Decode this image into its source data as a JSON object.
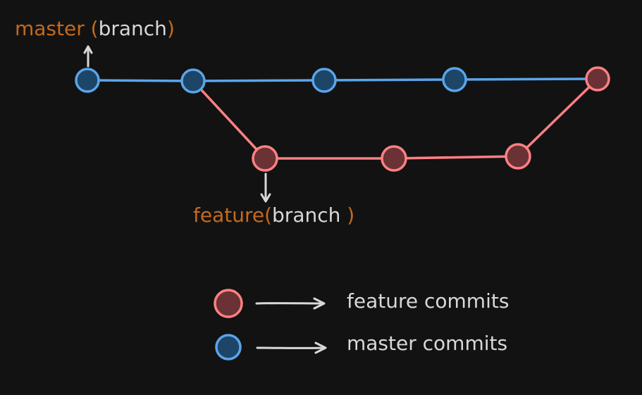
{
  "colors": {
    "background": "#121212",
    "master_stroke": "#5aa5ea",
    "master_fill": "#1c4567",
    "feature_stroke": "#ff8084",
    "feature_fill": "#6a3234",
    "arrow": "#d8d8d8",
    "label_accent": "#c46a1e",
    "label_text": "#d8d8d8"
  },
  "labels": {
    "master": {
      "name": "master",
      "paren_open": "(",
      "kind": "branch",
      "paren_close": ")"
    },
    "feature": {
      "name": "feature",
      "paren_open": "(",
      "kind": "branch",
      "paren_close": ")"
    }
  },
  "legend": {
    "feature_label": "feature commits",
    "master_label": "master commits"
  }
}
